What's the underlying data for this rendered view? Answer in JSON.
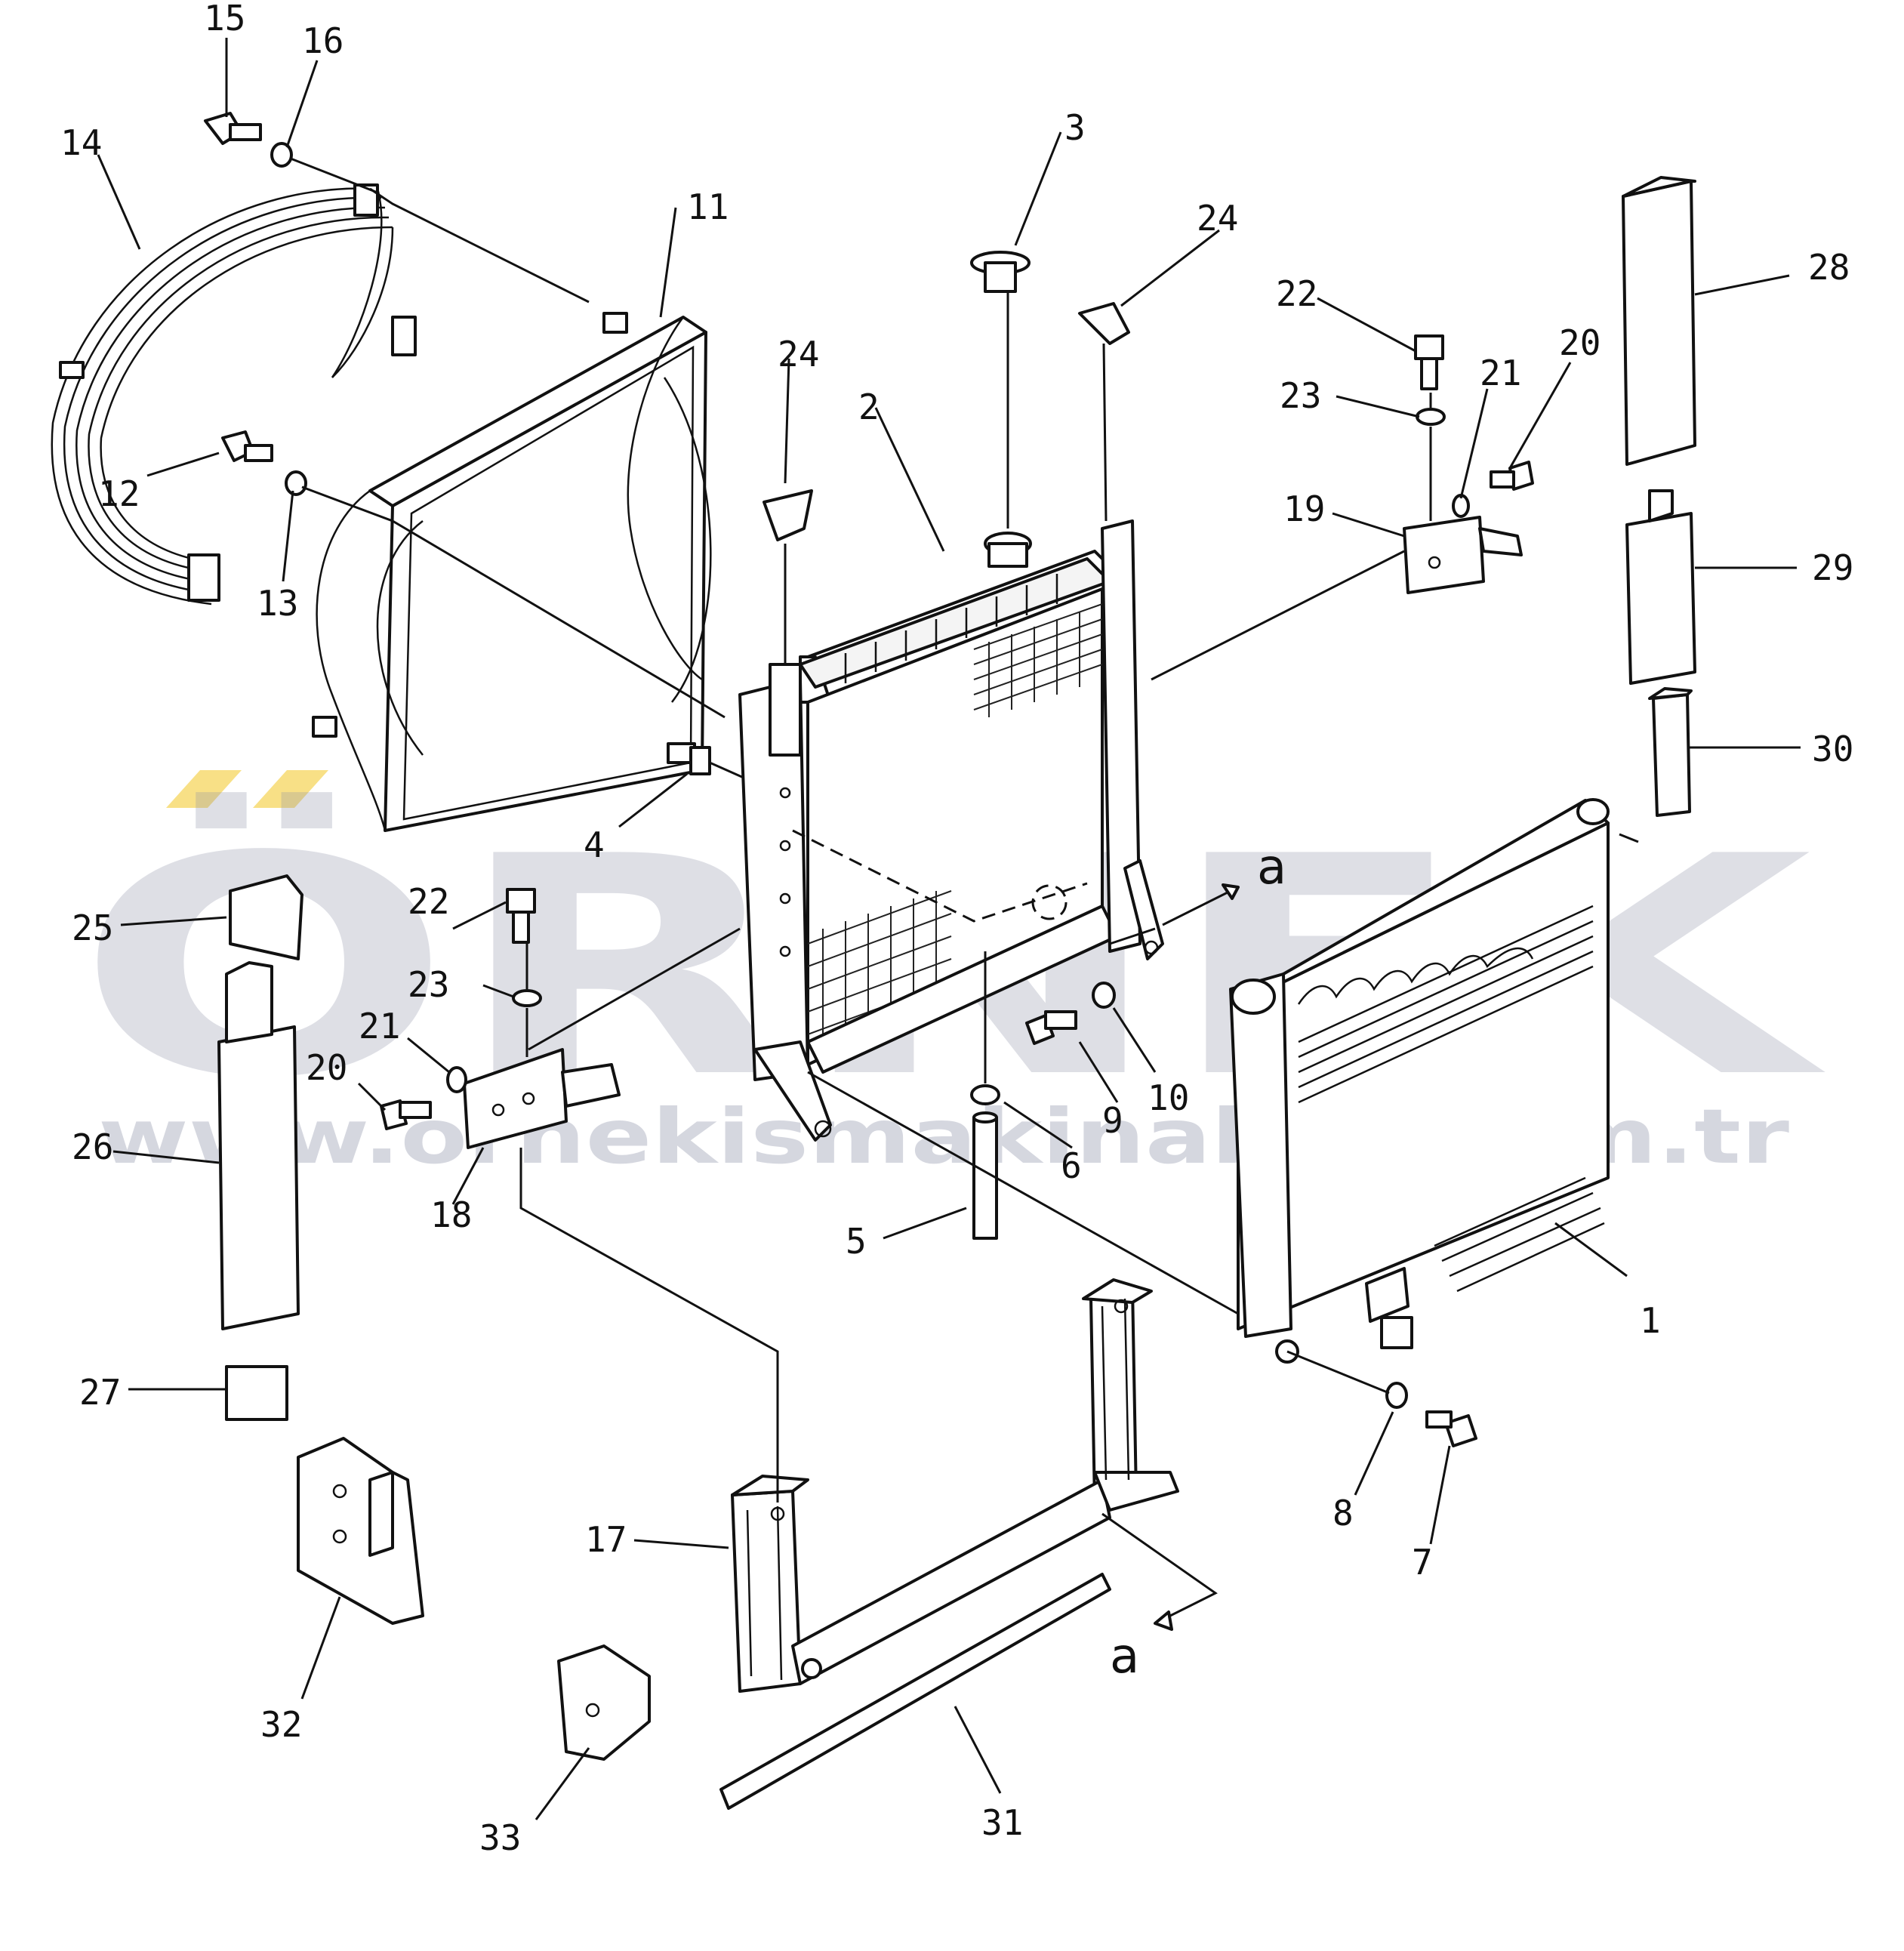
{
  "diagram": {
    "type": "exploded-parts-diagram",
    "callouts": [
      {
        "id": "p1",
        "label": "1"
      },
      {
        "id": "p2",
        "label": "2"
      },
      {
        "id": "p3",
        "label": "3"
      },
      {
        "id": "p4",
        "label": "4"
      },
      {
        "id": "p5",
        "label": "5"
      },
      {
        "id": "p6",
        "label": "6"
      },
      {
        "id": "p7",
        "label": "7"
      },
      {
        "id": "p8",
        "label": "8"
      },
      {
        "id": "p9",
        "label": "9"
      },
      {
        "id": "p10",
        "label": "10"
      },
      {
        "id": "p11",
        "label": "11"
      },
      {
        "id": "p12",
        "label": "12"
      },
      {
        "id": "p13",
        "label": "13"
      },
      {
        "id": "p14",
        "label": "14"
      },
      {
        "id": "p15",
        "label": "15"
      },
      {
        "id": "p16",
        "label": "16"
      },
      {
        "id": "p17",
        "label": "17"
      },
      {
        "id": "p18",
        "label": "18"
      },
      {
        "id": "p19",
        "label": "19"
      },
      {
        "id": "p20a",
        "label": "20"
      },
      {
        "id": "p20b",
        "label": "20"
      },
      {
        "id": "p21a",
        "label": "21"
      },
      {
        "id": "p21b",
        "label": "21"
      },
      {
        "id": "p22a",
        "label": "22"
      },
      {
        "id": "p22b",
        "label": "22"
      },
      {
        "id": "p23a",
        "label": "23"
      },
      {
        "id": "p23b",
        "label": "23"
      },
      {
        "id": "p24a",
        "label": "24"
      },
      {
        "id": "p24b",
        "label": "24"
      },
      {
        "id": "p25",
        "label": "25"
      },
      {
        "id": "p26",
        "label": "26"
      },
      {
        "id": "p27",
        "label": "27"
      },
      {
        "id": "p28",
        "label": "28"
      },
      {
        "id": "p29",
        "label": "29"
      },
      {
        "id": "p30",
        "label": "30"
      },
      {
        "id": "p31",
        "label": "31"
      },
      {
        "id": "p32",
        "label": "32"
      },
      {
        "id": "p33",
        "label": "33"
      }
    ],
    "section_markers": [
      {
        "id": "a-top",
        "label": "a"
      },
      {
        "id": "a-bottom",
        "label": "a"
      }
    ]
  },
  "watermark": {
    "brand": "ÖRNEK",
    "url": "www.ornekismakinalari.com.tr",
    "accent_color": "#f3c623",
    "text_color": "#8a8fa6"
  }
}
